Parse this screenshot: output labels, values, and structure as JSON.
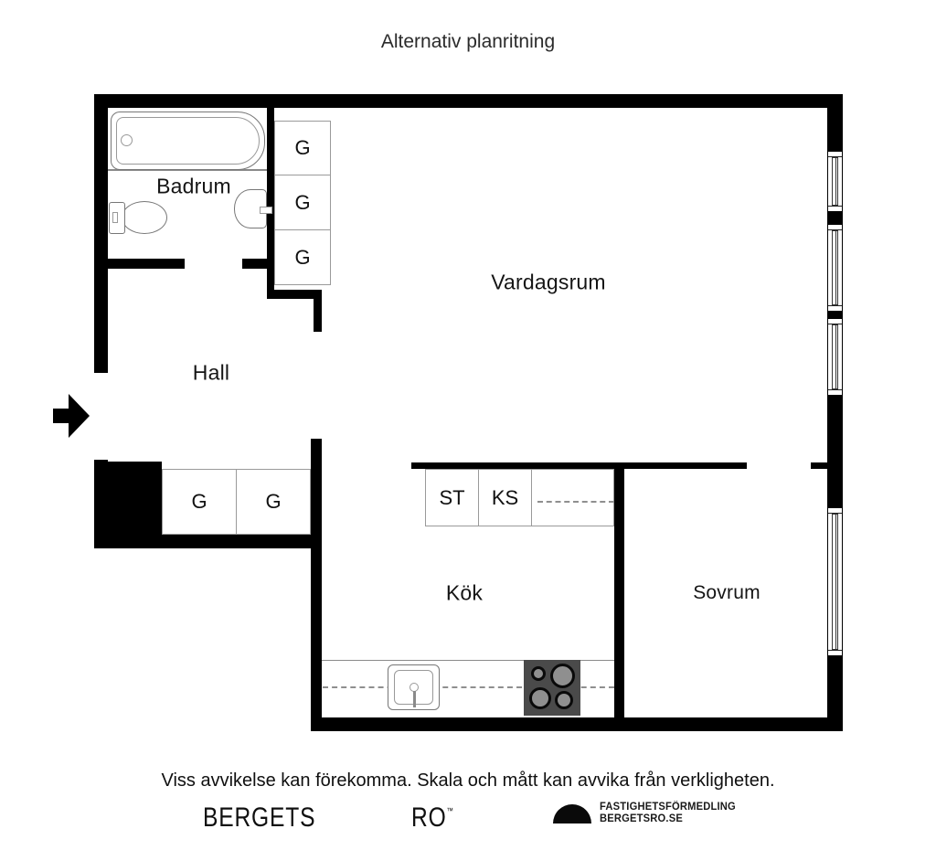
{
  "title": "Alternativ planritning",
  "rooms": {
    "badrum": "Badrum",
    "hall": "Hall",
    "vardagsrum": "Vardagsrum",
    "kok": "Kök",
    "sovrum": "Sovrum"
  },
  "closets": {
    "top": [
      "G",
      "G",
      "G"
    ],
    "hall": [
      "G",
      "G"
    ]
  },
  "kitchen_units": {
    "st": "ST",
    "ks": "KS"
  },
  "footer": {
    "disclaimer": "Viss avvikelse kan förekomma. Skala och mått kan avvika från verkligheten.",
    "brand_bergets": "BERGETS",
    "brand_ro": "RO",
    "trademark": "™",
    "agency_line1": "FASTIGHETSFÖRMEDLING",
    "agency_line2": "BERGETSRO.SE"
  },
  "colors": {
    "wall": "#000000",
    "background": "#ffffff",
    "fixture_outline": "#777777",
    "stove_body": "#4a4a4a",
    "burner_fill": "#8f8f8f",
    "text": "#111111"
  }
}
